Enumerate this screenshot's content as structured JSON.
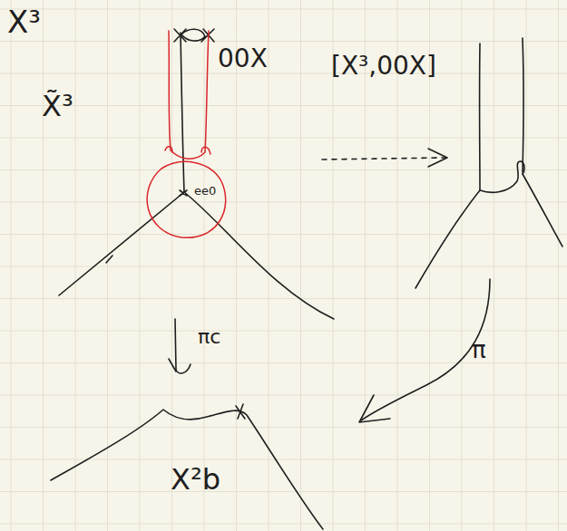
{
  "diagram": {
    "labels": [
      "X³",
      "X̃³",
      "00X",
      "[X³,00X]",
      "ee0",
      "πc",
      "π",
      "X²b"
    ]
  }
}
